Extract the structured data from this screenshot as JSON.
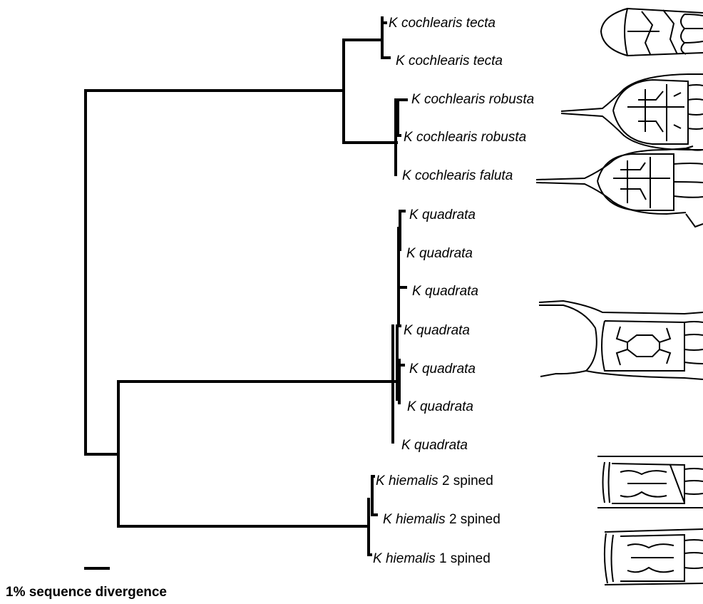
{
  "tree": {
    "tips": [
      {
        "genus": "K",
        "species": "cochlearis tecta",
        "suffix": ""
      },
      {
        "genus": "K",
        "species": "cochlearis tecta",
        "suffix": ""
      },
      {
        "genus": "K",
        "species": "cochlearis robusta",
        "suffix": ""
      },
      {
        "genus": "K",
        "species": "cochlearis robusta",
        "suffix": ""
      },
      {
        "genus": "K",
        "species": "cochlearis faluta",
        "suffix": ""
      },
      {
        "genus": "K",
        "species": "quadrata",
        "suffix": ""
      },
      {
        "genus": "K",
        "species": "quadrata",
        "suffix": ""
      },
      {
        "genus": "K",
        "species": "quadrata",
        "suffix": ""
      },
      {
        "genus": "K",
        "species": "quadrata",
        "suffix": ""
      },
      {
        "genus": "K",
        "species": "quadrata",
        "suffix": ""
      },
      {
        "genus": "K",
        "species": "quadrata",
        "suffix": ""
      },
      {
        "genus": "K",
        "species": "quadrata",
        "suffix": ""
      },
      {
        "genus": "K",
        "species": "hiemalis",
        "suffix": "2 spined"
      },
      {
        "genus": "K",
        "species": "hiemalis",
        "suffix": "2 spined"
      },
      {
        "genus": "K",
        "species": "hiemalis",
        "suffix": "1 spined"
      }
    ],
    "scale_bar_label": "1% sequence divergence"
  },
  "illustrations": [
    {
      "name": "cochlearis-tecta-lorica-illustration"
    },
    {
      "name": "cochlearis-robusta-lorica-illustration"
    },
    {
      "name": "cochlearis-faluta-lorica-illustration"
    },
    {
      "name": "quadrata-lorica-illustration"
    },
    {
      "name": "hiemalis-2-spined-lorica-illustration"
    },
    {
      "name": "hiemalis-1-spined-lorica-illustration"
    }
  ],
  "colors": {
    "line": "#000000",
    "background": "#ffffff"
  }
}
